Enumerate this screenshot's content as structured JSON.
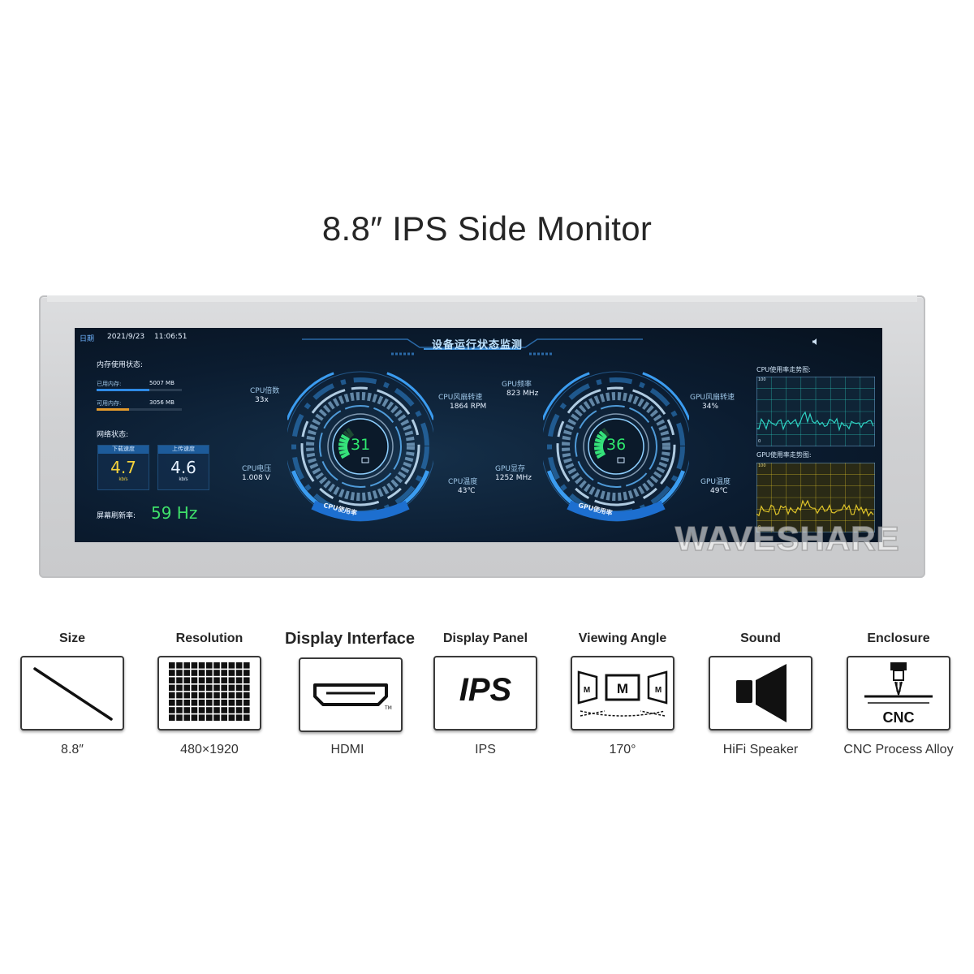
{
  "page": {
    "title": "8.8″ IPS Side Monitor",
    "watermark": "WAVESHARE"
  },
  "screen": {
    "header": {
      "date_label": "日期",
      "date": "2021/9/23",
      "time": "11:06:51",
      "title": "设备运行状态监测",
      "volume_icon": "speaker-icon"
    },
    "memory": {
      "title": "内存使用状态:",
      "used_label": "已用内存:",
      "used_value": "5007 MB",
      "used_fraction": 0.62,
      "free_label": "可用内存:",
      "free_value": "3056 MB",
      "free_fraction": 0.38
    },
    "network": {
      "title": "网络状态:",
      "down_label": "下载速度",
      "down_value": "4.7",
      "down_unit": "kb/s",
      "up_label": "上传速度",
      "up_value": "4.6",
      "up_unit": "kb/s"
    },
    "refresh": {
      "label": "屏幕刷新率:",
      "value": "59 Hz"
    },
    "cpu": {
      "cores_label": "CPU倍数",
      "cores_value": "33x",
      "fan_label": "CPU风扇转速",
      "fan_value": "1864 RPM",
      "voltage_label": "CPU电压",
      "voltage_value": "1.008 V",
      "temp_label": "CPU温度",
      "temp_value": "43℃",
      "usage": "31",
      "gauge_label": "CPU使用率"
    },
    "gpu": {
      "freq_label": "GPU频率",
      "freq_value": "823 MHz",
      "fan_label": "GPU风扇转速",
      "fan_value": "34%",
      "mem_label": "GPU显存",
      "mem_value": "1252 MHz",
      "temp_label": "GPU温度",
      "temp_value": "49℃",
      "usage": "36",
      "gauge_label": "GPU使用率"
    },
    "charts": {
      "cpu_title": "CPU使用率走势图:",
      "cpu_max": "100",
      "cpu_min": "0",
      "gpu_title": "GPU使用率走势图:",
      "gpu_max": "100",
      "gpu_min": "0",
      "cpu_color": "#2fd3c4",
      "gpu_color": "#e0c52a"
    }
  },
  "features": [
    {
      "label": "Size",
      "value": "8.8″",
      "icon": "diagonal-size-icon"
    },
    {
      "label": "Resolution",
      "value": "480×1920",
      "icon": "pixel-grid-icon"
    },
    {
      "label": "Display Interface",
      "value": "HDMI",
      "icon": "hdmi-port-icon"
    },
    {
      "label": "Display Panel",
      "value": "IPS",
      "icon": "ips-text-icon",
      "icon_text": "IPS"
    },
    {
      "label": "Viewing Angle",
      "value": "170°",
      "icon": "viewing-angle-icon",
      "icon_text": "M"
    },
    {
      "label": "Sound",
      "value": "HiFi Speaker",
      "icon": "speaker-icon"
    },
    {
      "label": "Enclosure",
      "value": "CNC Process Alloy",
      "icon": "cnc-machine-icon",
      "icon_text": "CNC"
    }
  ]
}
